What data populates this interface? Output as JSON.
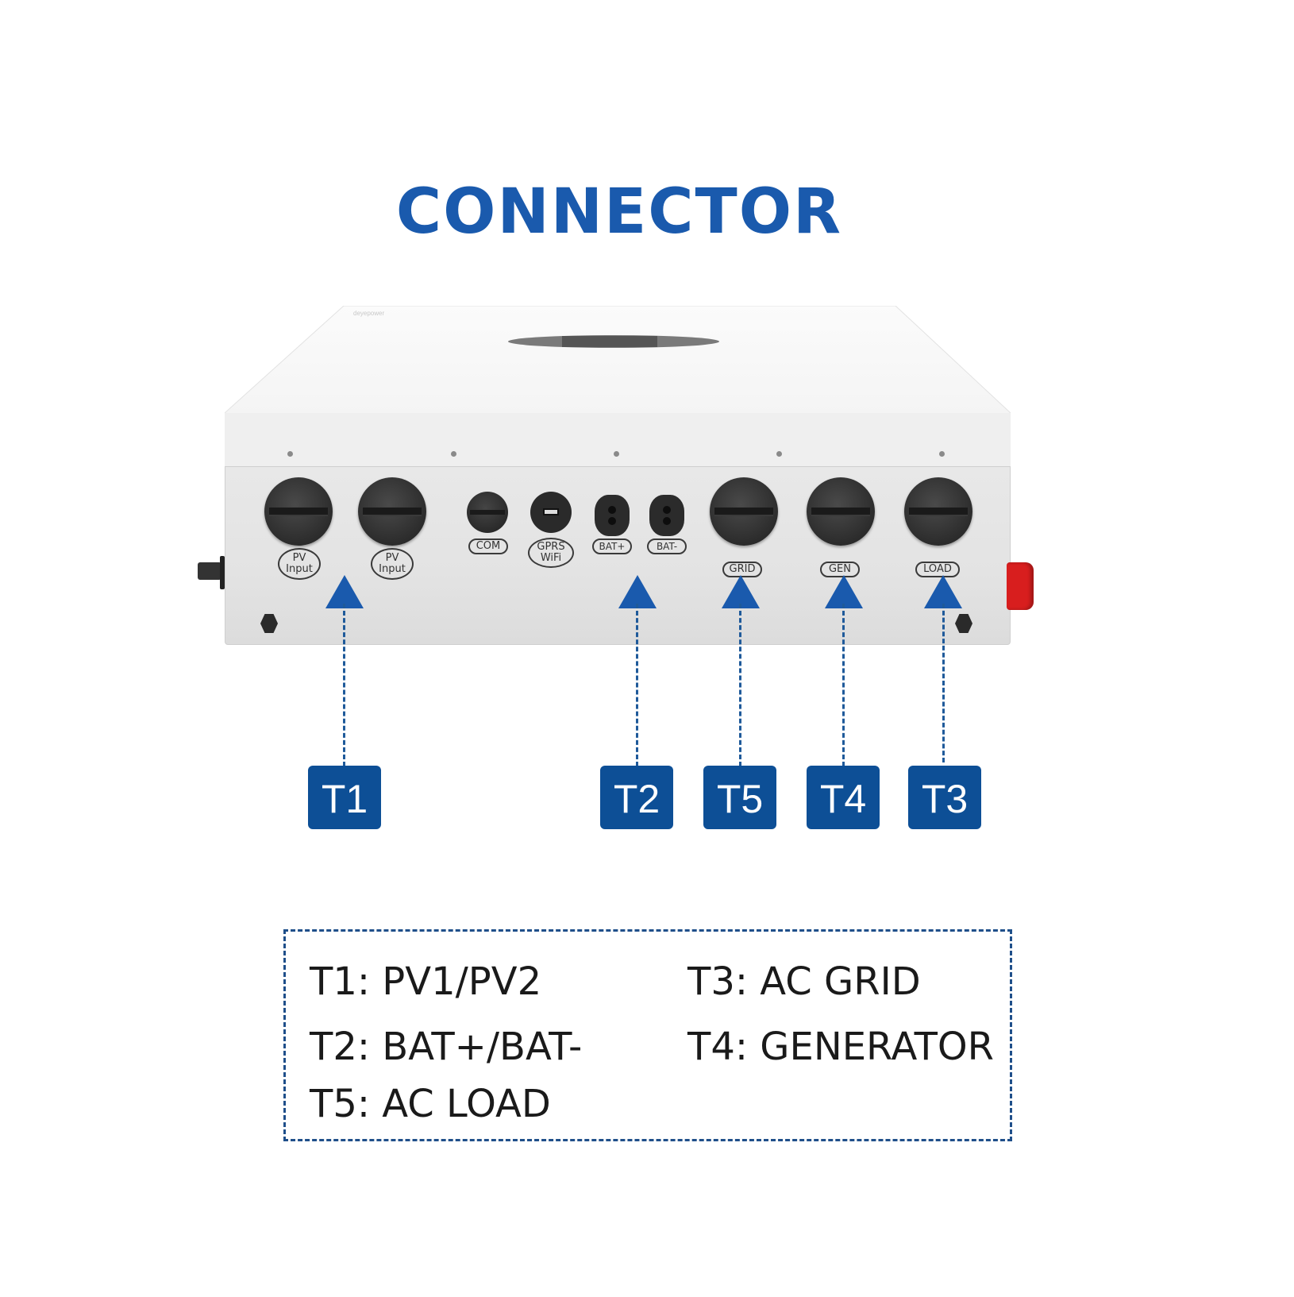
{
  "title": "CONNECTOR",
  "device": {
    "brand_text": "deyepower",
    "ports": [
      {
        "id": "pv-input-1",
        "label": "PV Input",
        "type": "large-gland"
      },
      {
        "id": "pv-input-2",
        "label": "PV Input",
        "type": "large-gland"
      },
      {
        "id": "com",
        "label": "COM",
        "type": "small-gland"
      },
      {
        "id": "gprs-wifi",
        "label": "GPRS WiFi",
        "type": "wifi-port"
      },
      {
        "id": "bat-plus",
        "label": "BAT+",
        "type": "battery-connector"
      },
      {
        "id": "bat-minus",
        "label": "BAT-",
        "type": "battery-connector"
      },
      {
        "id": "grid",
        "label": "GRID",
        "type": "large-gland"
      },
      {
        "id": "gen",
        "label": "GEN",
        "type": "large-gland"
      },
      {
        "id": "load",
        "label": "LOAD",
        "type": "large-gland"
      }
    ],
    "side_switch_left": "dc-switch",
    "side_knob_right": "emergency-stop",
    "colors": {
      "knob_right": "#d81e1e",
      "body": "#e6e6e6"
    }
  },
  "callouts": [
    {
      "tag": "T1",
      "points_to": "PV Input"
    },
    {
      "tag": "T2",
      "points_to": "BAT+/BAT-"
    },
    {
      "tag": "T5",
      "points_to": "GRID"
    },
    {
      "tag": "T4",
      "points_to": "GEN"
    },
    {
      "tag": "T3",
      "points_to": "LOAD"
    }
  ],
  "legend": [
    {
      "text": "T1: PV1/PV2"
    },
    {
      "text": "T3: AC GRID"
    },
    {
      "text": "T2: BAT+/BAT-"
    },
    {
      "text": "T4: GENERATOR"
    },
    {
      "text": "T5: AC LOAD"
    }
  ],
  "colors": {
    "accent": "#1a5aad",
    "badge": "#0d4f96",
    "legend_border": "#1f4f8a"
  }
}
